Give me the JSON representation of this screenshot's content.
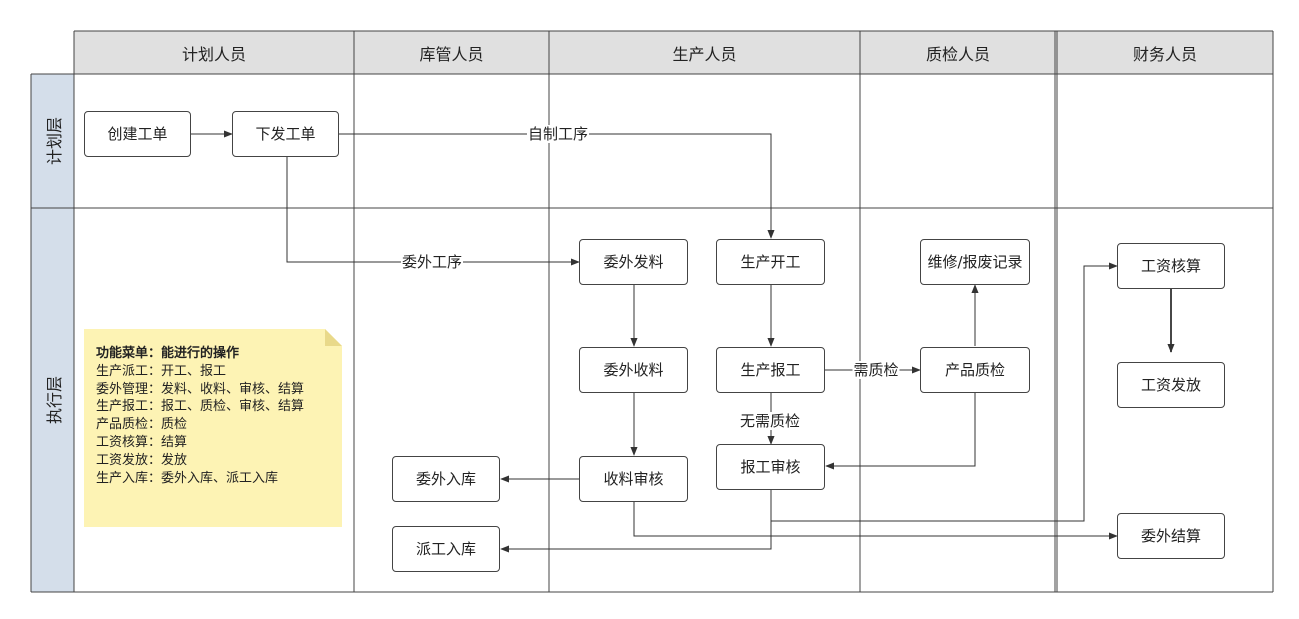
{
  "columns": [
    "计划人员",
    "库管人员",
    "生产人员",
    "质检人员",
    "财务人员"
  ],
  "rows": [
    "计划层",
    "执行层"
  ],
  "nodes": {
    "create_order": "创建工单",
    "issue_order": "下发工单",
    "outsource_issue": "委外发料",
    "production_start": "生产开工",
    "repair_scrap": "维修/报废记录",
    "wage_calc": "工资核算",
    "outsource_receive": "委外收料",
    "production_report": "生产报工",
    "product_qc": "产品质检",
    "wage_pay": "工资发放",
    "outsource_stockin": "委外入库",
    "receive_review": "收料审核",
    "report_review": "报工审核",
    "dispatch_stockin": "派工入库",
    "outsource_settle": "委外结算"
  },
  "edge_labels": {
    "self_process": "自制工序",
    "outsource_process": "委外工序",
    "need_qc": "需质检",
    "no_qc": "无需质检"
  },
  "note": {
    "title": "功能菜单：能进行的操作",
    "lines": [
      "生产派工：开工、报工",
      "委外管理：发料、收料、审核、结算",
      "生产报工：报工、质检、审核、结算",
      "产品质检：质检",
      "工资核算：结算",
      "工资发放：发放",
      "生产入库：委外入库、派工入库"
    ]
  },
  "colors": {
    "header_bg": "#e0e0e0",
    "row_header_bg": "#d4deea",
    "note_bg": "#fdf3b4",
    "note_fold": "#e9d98a",
    "line": "#333333"
  }
}
